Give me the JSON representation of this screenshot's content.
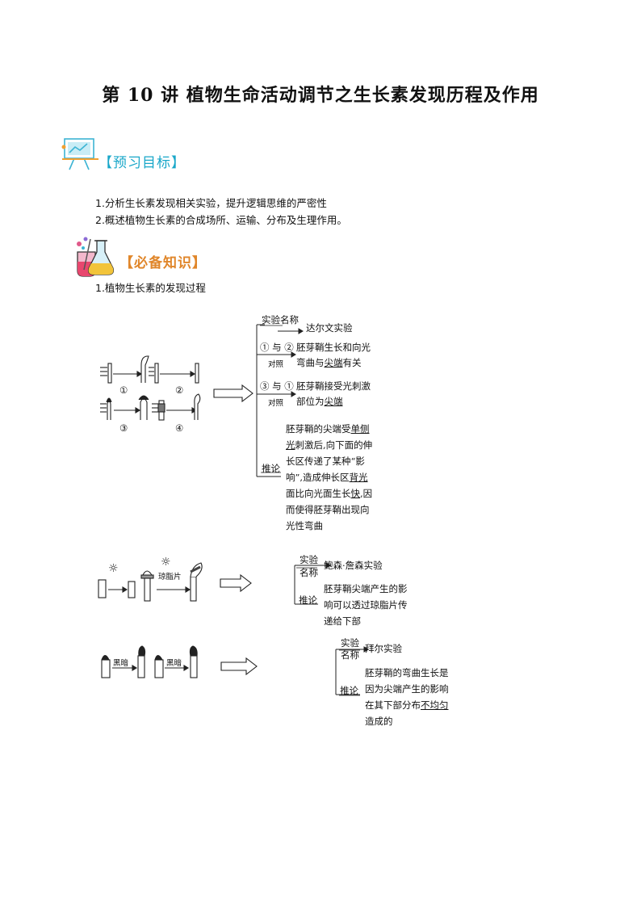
{
  "title": "第 10 讲  植物生命活动调节之生长素发现历程及作用",
  "section1": {
    "label": "【预习目标】",
    "icon": "presentation-board-icon"
  },
  "goals": [
    "1.分析生长素发现相关实验，提升逻辑思维的严密性",
    "2.概述植物生长素的合成场所、运输、分布及生理作用。"
  ],
  "section2": {
    "label": "【必备知识】",
    "icon": "lab-flask-icon"
  },
  "subheading": "1.植物生长素的发现过程",
  "exp1": {
    "name_label": "实验名称",
    "name_value": "达尔文实验",
    "c12": "① 与 ②",
    "c31": "③ 与 ①",
    "compare": "对照",
    "c12_text": [
      "胚芽鞘生长和向光",
      "弯曲与"
    ],
    "c12_under": "尖端",
    "c12_tail": "有关",
    "c31_text": "胚芽鞘接受光刺激",
    "c31_pre": "部位为",
    "c31_under": "尖端",
    "infer_label": "推论",
    "infer_lines": [
      [
        "胚芽鞘的尖端受",
        "单侧",
        ""
      ],
      [
        "",
        "光",
        "刺激后,向下面的伸"
      ],
      [
        "长区传递了某种“影",
        "",
        ""
      ],
      [
        "响”,造成伸长区",
        "背光",
        ""
      ],
      [
        "面比向光面生长",
        "快",
        ",因"
      ],
      [
        "而使得胚芽鞘出现向",
        "",
        ""
      ],
      [
        "光性弯曲",
        "",
        ""
      ]
    ],
    "fig_labels": [
      "①",
      "②",
      "③",
      "④"
    ]
  },
  "exp2": {
    "name_label_1": "实验",
    "name_label_2": "名称",
    "name_value": "鲍森·詹森实验",
    "infer_label": "推论",
    "infer_lines": [
      "胚芽鞘尖端产生的影",
      "响可以透过琼脂片传",
      "递给下部"
    ],
    "agar_label": "琼脂片",
    "sun": "☼"
  },
  "exp3": {
    "name_label_1": "实验",
    "name_label_2": "名称",
    "name_value": "拜尔实验",
    "infer_label": "推论",
    "infer_lines": [
      [
        "胚芽鞘的弯曲生长是",
        "",
        ""
      ],
      [
        "因为尖端产生的影响",
        "",
        ""
      ],
      [
        "在其下部分布",
        "不均匀",
        ""
      ],
      [
        "造成的",
        "",
        ""
      ]
    ],
    "dark": "黑暗"
  }
}
